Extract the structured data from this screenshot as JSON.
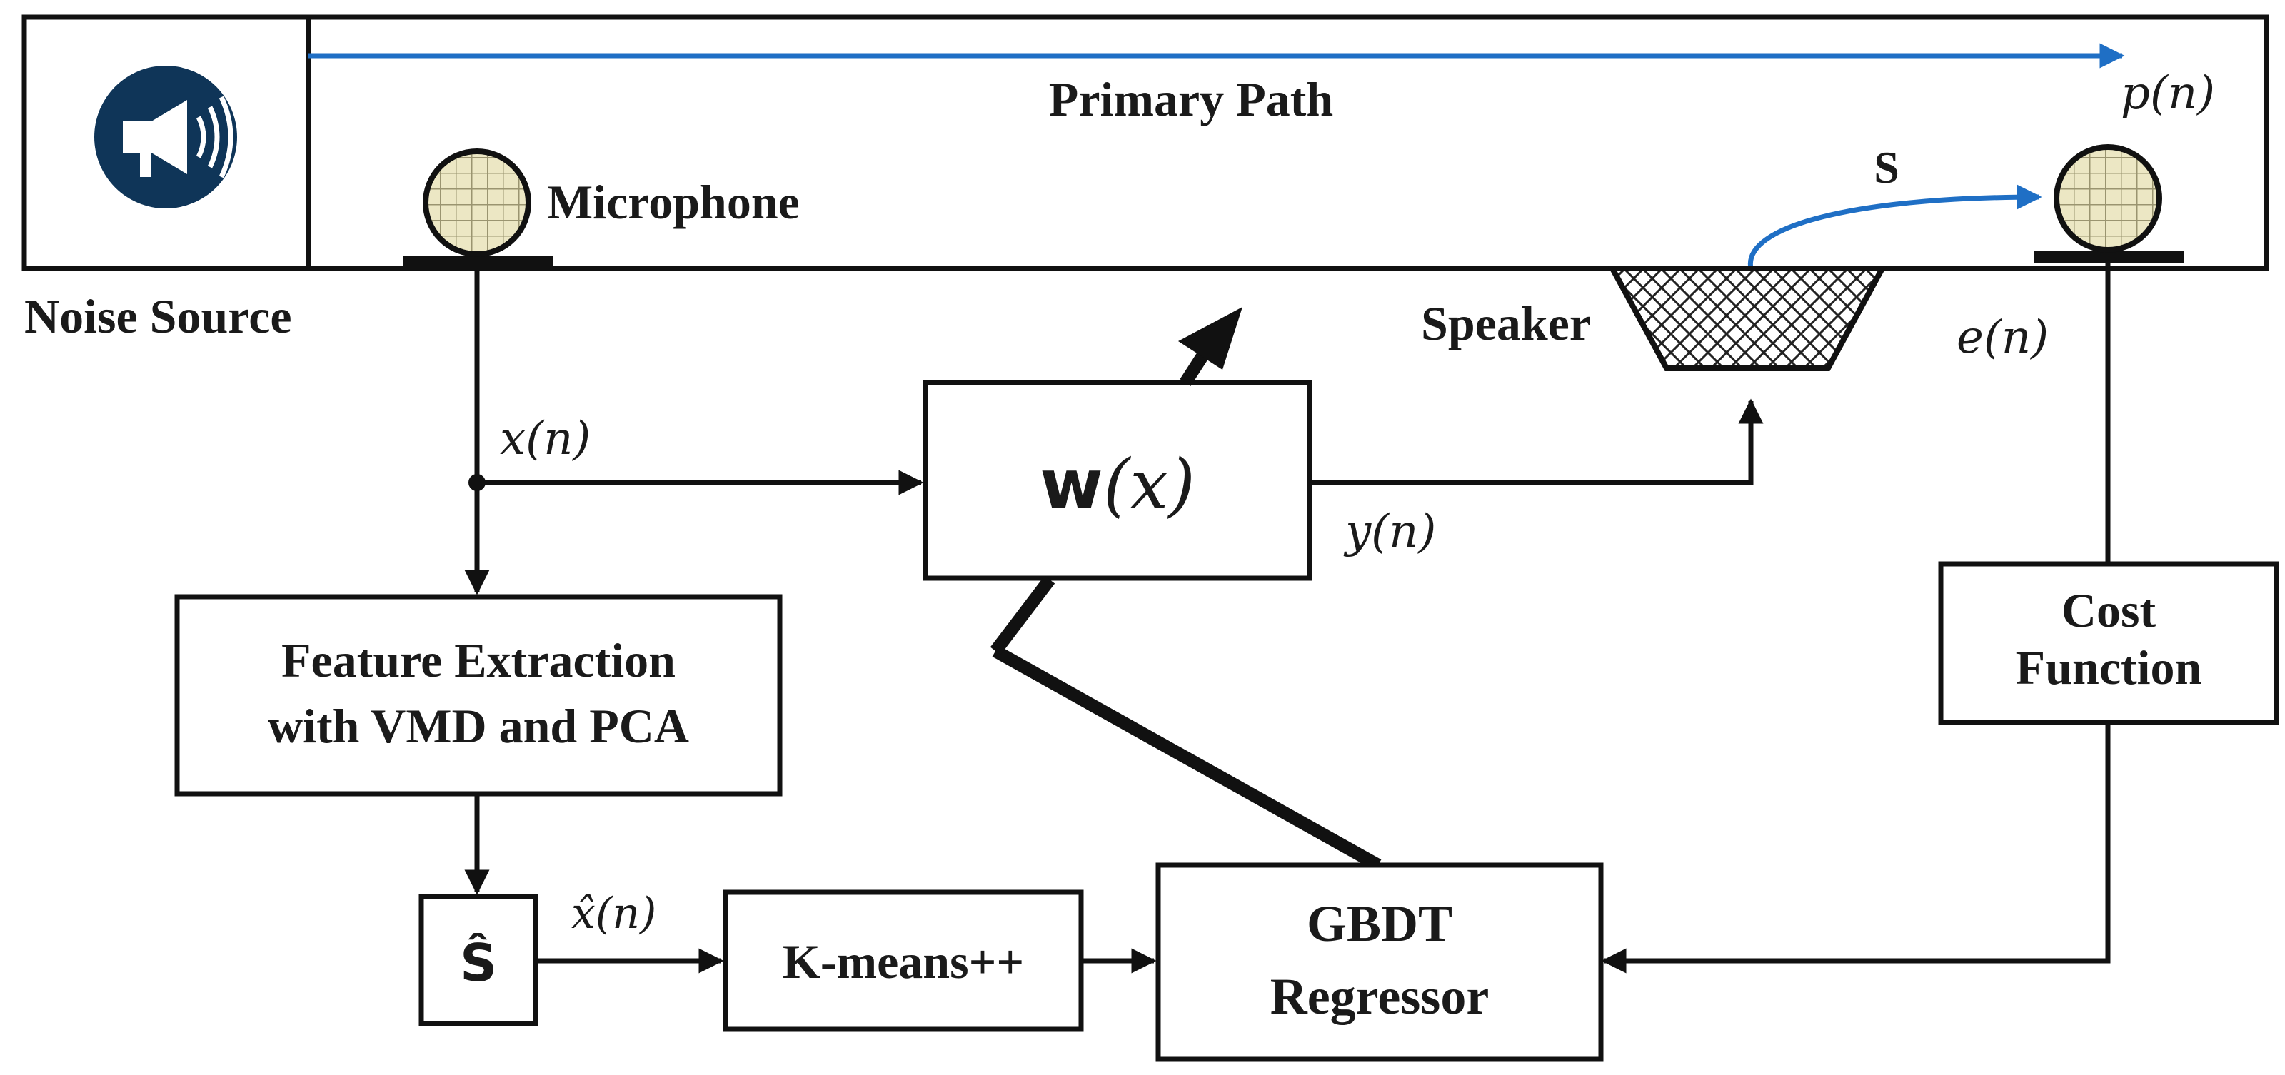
{
  "labels": {
    "primary_path": "Primary Path",
    "noise_source": "Noise Source",
    "microphone": "Microphone",
    "speaker": "Speaker",
    "s_path": "S",
    "feature_line1": "Feature Extraction",
    "feature_line2": "with VMD and PCA",
    "s_hat": "Ŝ",
    "kmeans": "K-means++",
    "gbdt_line1": "GBDT",
    "gbdt_line2": "Regressor",
    "cost_line1": "Cost",
    "cost_line2": "Function",
    "w_bold": "w",
    "w_arg": "(x)"
  },
  "signals": {
    "p": "p(n)",
    "x": "x(n)",
    "y": "y(n)",
    "e": "e(n)",
    "xhat": "x̂(n)"
  },
  "icons": {
    "noise_source": "megaphone-icon",
    "reference_mic": "microphone-icon",
    "error_mic": "microphone-icon",
    "speaker": "speaker-icon"
  },
  "colors": {
    "primary_arrow": "#1f6fc5",
    "secondary_arrow": "#1f6fc5",
    "megaphone_bg": "#0f3558",
    "mic_fill": "#ece7c4"
  }
}
